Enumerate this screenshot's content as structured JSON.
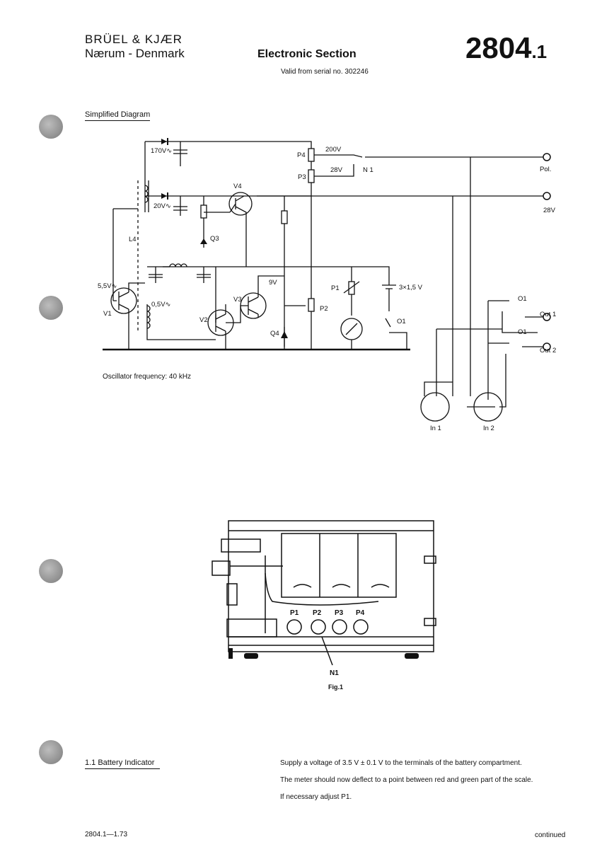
{
  "header": {
    "company_line1": "BRÜEL & KJÆR",
    "company_line2": "Nærum - Denmark",
    "section_title": "Electronic Section",
    "valid_from": "Valid from serial no. 302246",
    "doc_number": "2804",
    "doc_suffix": ".1"
  },
  "diagram": {
    "title": "Simplified Diagram",
    "labels": {
      "v170": "170V∿",
      "v20": "20V∿",
      "v55": "5,5V∿",
      "v05": "0,5V∿",
      "l4": "L4",
      "v1": "V1",
      "v2": "V2",
      "v3": "V3",
      "v4": "V4",
      "q3": "Q3",
      "q4": "Q4",
      "p1": "P1",
      "p2": "P2",
      "p3": "P3",
      "p4": "P4",
      "n1": "N 1",
      "v200": "200V",
      "v28": "28V",
      "v9": "9V",
      "battery": "3×1,5 V",
      "o1_sw": "O1",
      "o1_a": "O1",
      "o1_b": "O1",
      "pol": "Pol.",
      "out28": "28V",
      "out1": "Out 1",
      "out2": "Out 2",
      "in1": "In 1",
      "in2": "In 2"
    },
    "oscillator_note": "Oscillator frequency:  40 kHz"
  },
  "figure": {
    "p1": "P1",
    "p2": "P2",
    "p3": "P3",
    "p4": "P4",
    "n1": "N1",
    "caption": "Fig.1"
  },
  "section_1_1": {
    "heading": "1.1  Battery Indicator",
    "line1": "Supply a voltage of 3.5 V ± 0.1 V to the terminals of the battery compartment.",
    "line2": "The meter should now deflect to a point between red and green part of the scale.",
    "line3": "If necessary adjust P1."
  },
  "footer": {
    "code": "2804.1—1.73",
    "continued": "continued"
  }
}
